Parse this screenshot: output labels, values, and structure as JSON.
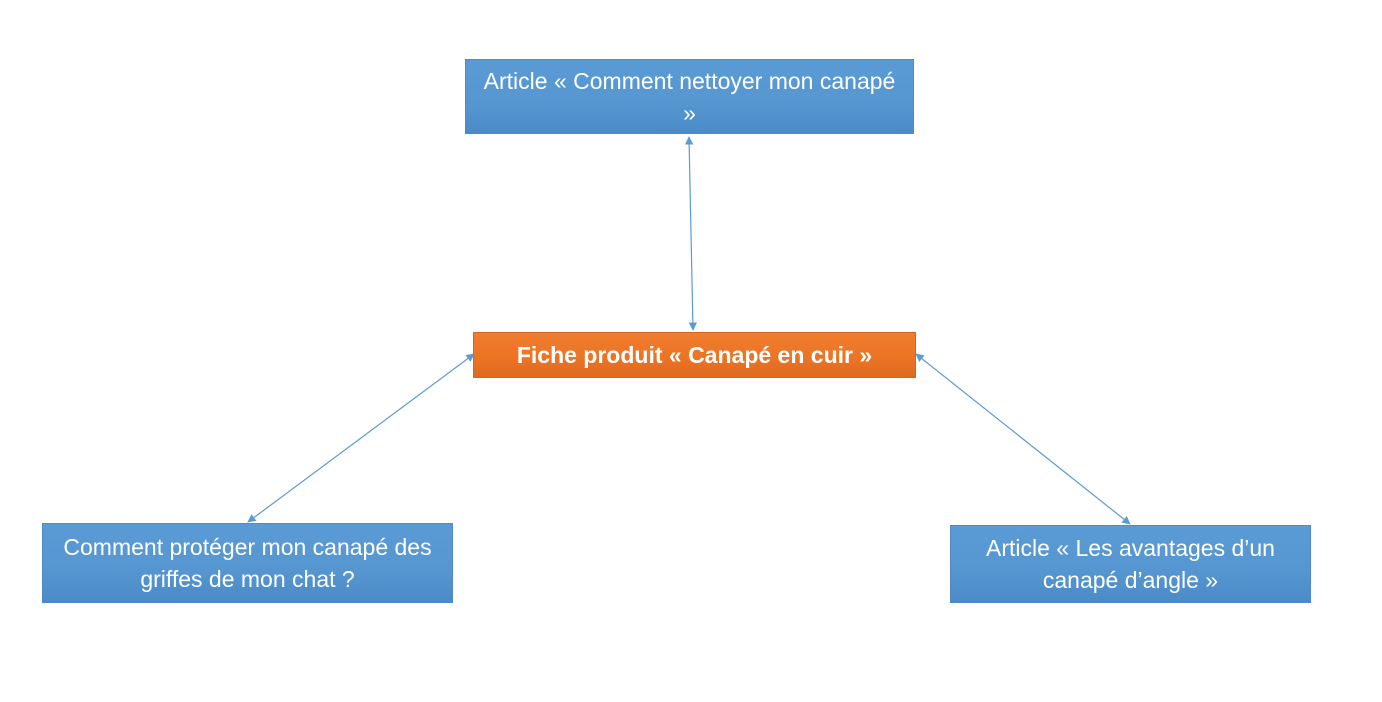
{
  "diagram": {
    "nodes": {
      "top": {
        "label": "Article « Comment nettoyer mon canapé »"
      },
      "center": {
        "label": "Fiche produit « Canapé en cuir »"
      },
      "left": {
        "label": "Comment protéger mon canapé des griffes de mon chat ?"
      },
      "right": {
        "label": "Article « Les avantages d’un canapé d’angle »"
      }
    },
    "edges": [
      {
        "from": "center",
        "to": "top",
        "direction": "bidirectional"
      },
      {
        "from": "center",
        "to": "left",
        "direction": "bidirectional"
      },
      {
        "from": "center",
        "to": "right",
        "direction": "bidirectional"
      }
    ],
    "colors": {
      "secondary_box": "#5b9bd5",
      "primary_box": "#ed7d31",
      "connector": "#5b9bd5",
      "text": "#ffffff"
    }
  }
}
